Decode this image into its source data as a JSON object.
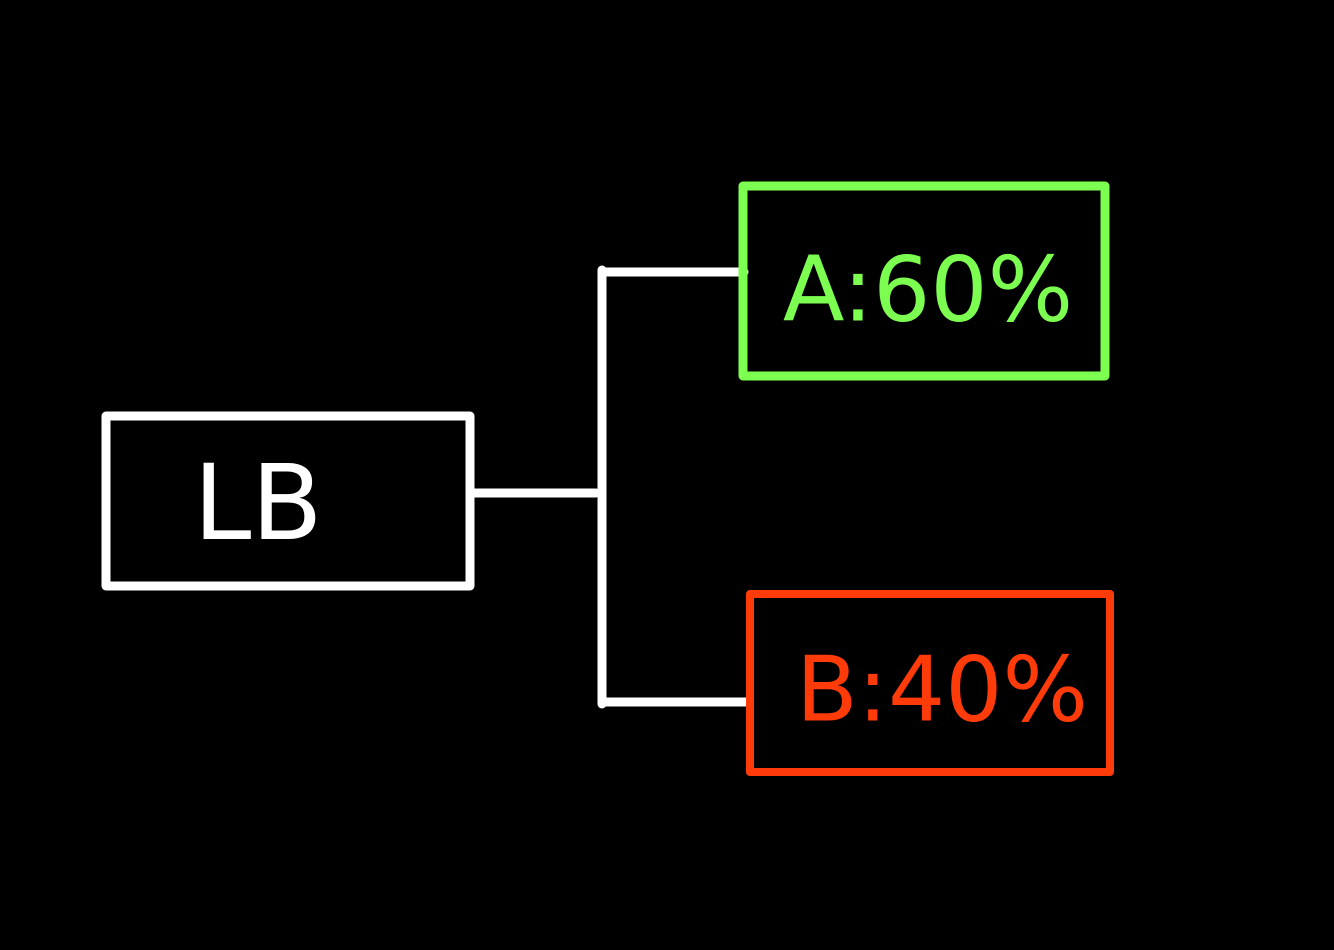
{
  "diagram": {
    "background": "#000000",
    "nodes": {
      "source": {
        "label": "LB",
        "color": "#FFFFFF"
      },
      "target_a": {
        "label": "A:60%",
        "color": "#7CFF50"
      },
      "target_b": {
        "label": "B:40%",
        "color": "#FF3B0A"
      }
    },
    "connector_color": "#FFFFFF"
  }
}
